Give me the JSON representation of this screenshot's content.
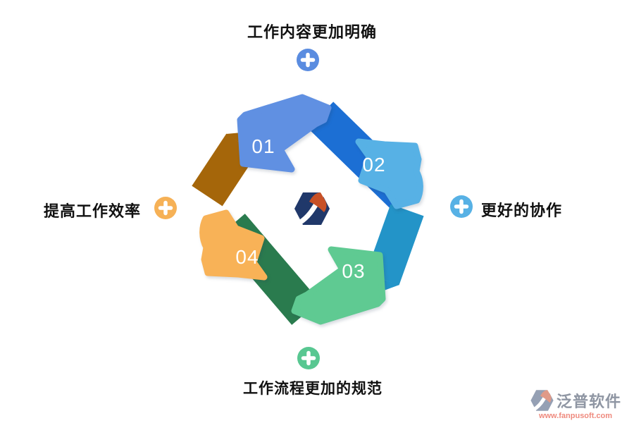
{
  "diagram": {
    "type": "cycle",
    "description_center": "fanpu-hexagon-logo",
    "steps": [
      {
        "number": "01",
        "position": "top-left",
        "arrow_color": "#6090e2",
        "fold_color": "#1c6fd4"
      },
      {
        "number": "02",
        "position": "right",
        "arrow_color": "#57b1e5",
        "fold_color": "#2394c8"
      },
      {
        "number": "03",
        "position": "bottom-right",
        "arrow_color": "#5fca92",
        "fold_color": "#2a7b4e"
      },
      {
        "number": "04",
        "position": "left",
        "arrow_color": "#f8b257",
        "fold_color": "#a5660a"
      }
    ],
    "labels": [
      {
        "text": "工作内容更加明确",
        "position": "top",
        "icon": "plus-icon",
        "icon_color": "#5a8ce0"
      },
      {
        "text": "更好的协作",
        "position": "right",
        "icon": "plus-icon",
        "icon_color": "#57b1e5"
      },
      {
        "text": "工作流程更加的规范",
        "position": "bottom",
        "icon": "plus-icon",
        "icon_color": "#58c791"
      },
      {
        "text": "提高工作效率",
        "position": "left",
        "icon": "plus-icon",
        "icon_color": "#f6b156"
      }
    ]
  },
  "logo": {
    "name": "fanpu-logo",
    "navy": "#20386a",
    "orange": "#c85127"
  },
  "watermark": {
    "brand": "泛普软件",
    "url": "www.fanpusoft.com",
    "brand_color": "#8f96a3",
    "url_color": "#ef8a7e",
    "glyph_gray": "#95a0b4",
    "glyph_salmon": "#e09a88"
  },
  "colors": {
    "background": "#ffffff",
    "label_text": "#111111",
    "number_text": "#ffffff"
  }
}
